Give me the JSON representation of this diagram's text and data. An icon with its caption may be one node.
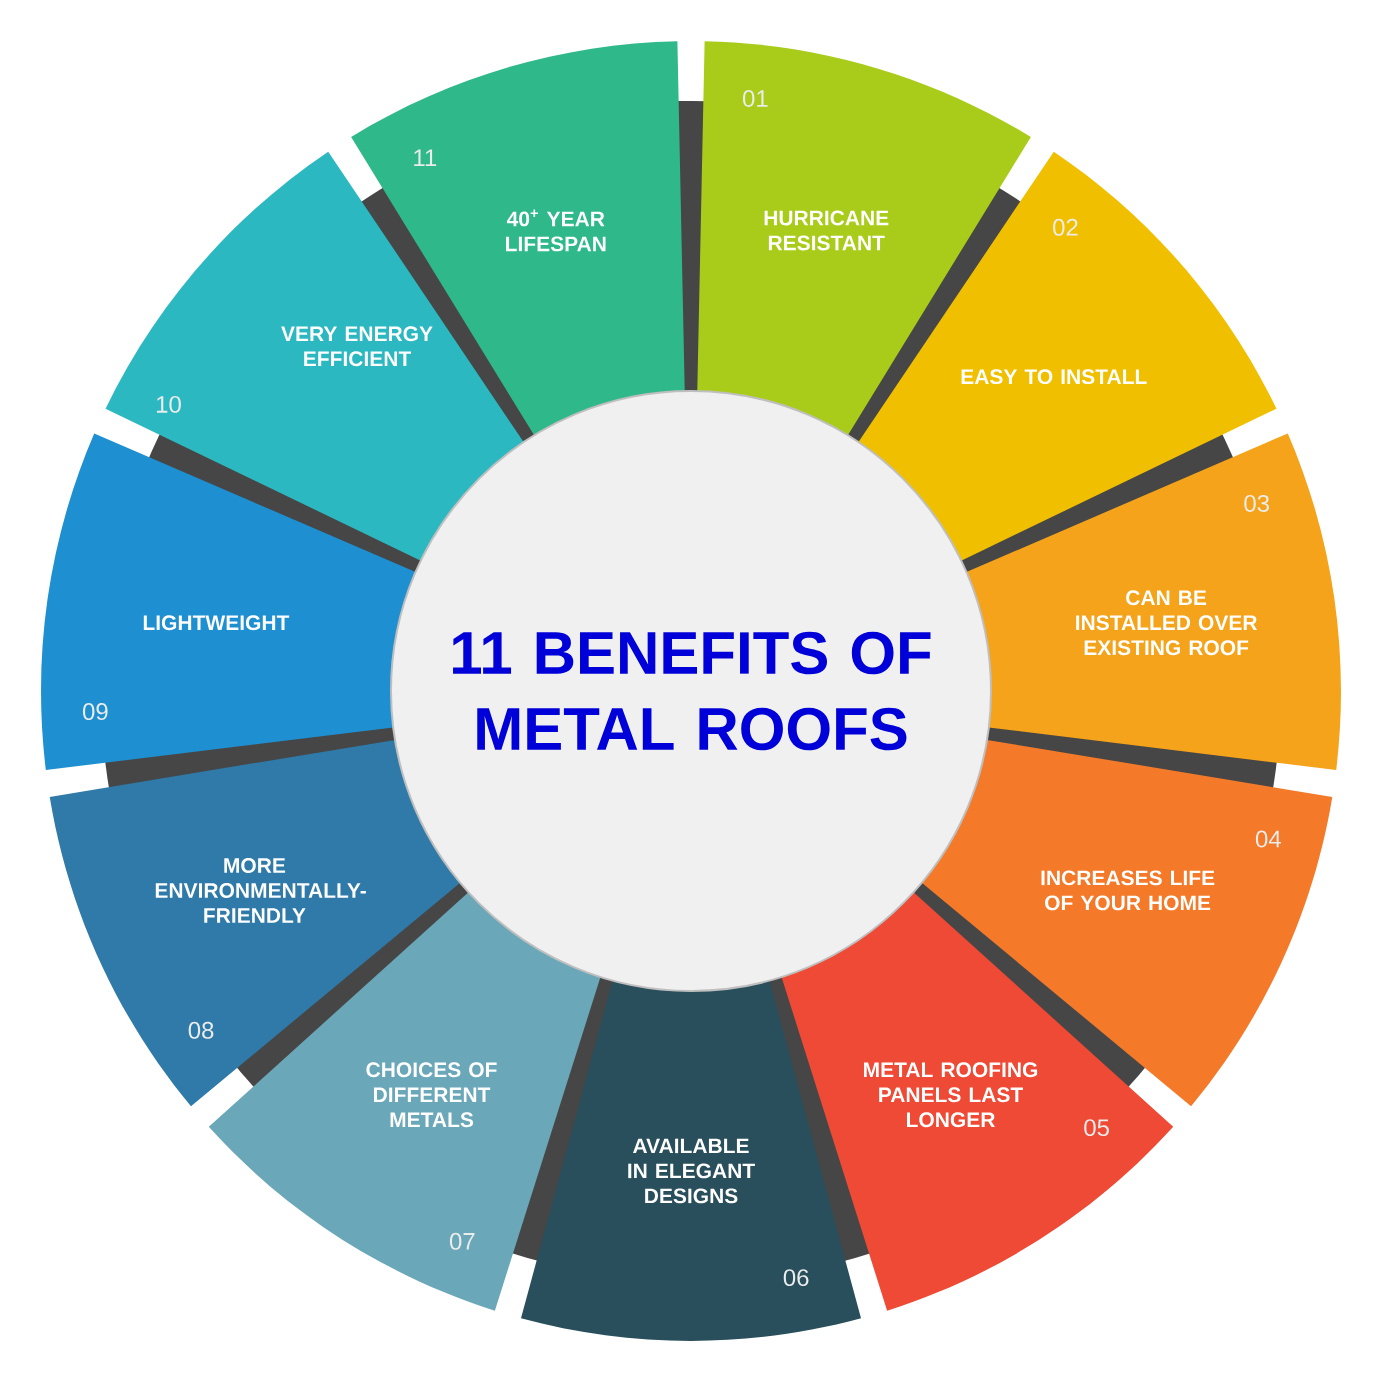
{
  "diagram": {
    "nodes": [
      {
        "text": [
          "11 BENEFITS OF METAL ROOFS"
        ]
      },
      {
        "text": [
          "01",
          "HURRICANE RESISTANT"
        ]
      },
      {
        "text": [
          "02",
          "EASY TO INSTALL"
        ]
      },
      {
        "text": [
          "03",
          "CAN BE INSTALLED OVER EXISTING ROOF"
        ]
      },
      {
        "text": [
          "04",
          "INCREASES LIFE OF YOUR HOME"
        ]
      },
      {
        "text": [
          "METAL ROOFING PANELS LAST LONGER",
          "05"
        ]
      },
      {
        "text": [
          "AVAILABLE IN ELEGANT DESIGNS",
          "06"
        ]
      },
      {
        "text": [
          "CHOICES OF DIFFERENT METALS",
          "07"
        ]
      },
      {
        "text": [
          "MORE ENVIRONMENTALLY-FRIENDLY",
          "08"
        ]
      },
      {
        "text": [
          "LIGHTWEIGHT",
          "09"
        ]
      },
      {
        "text": [
          "VERY ENERGY EFFICIENT",
          "10"
        ]
      },
      {
        "text": [
          "11",
          "40$^{+}$ YEAR LIFESPAN"
        ]
      }
    ]
  }
}
